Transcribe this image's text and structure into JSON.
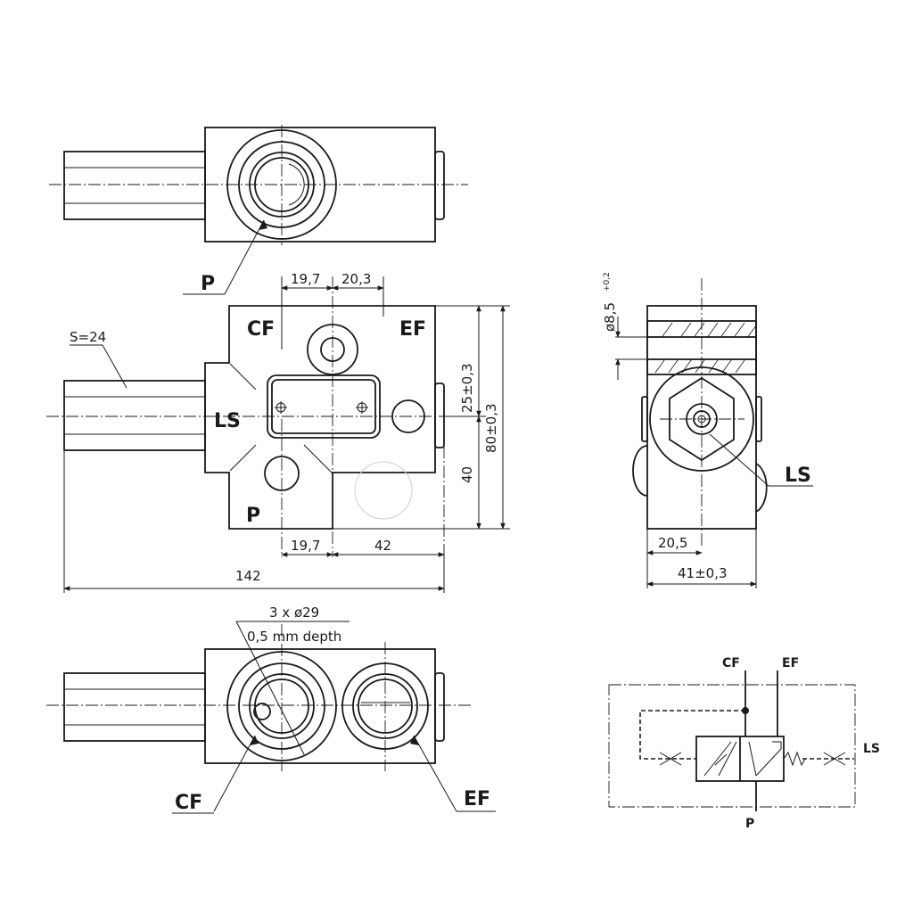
{
  "ports": {
    "p": "P",
    "cf": "CF",
    "ef": "EF",
    "ls": "LS"
  },
  "dims": {
    "d19_7": "19,7",
    "d20_3": "20,3",
    "d42": "42",
    "d142": "142",
    "d25": "25±0,3",
    "d80": "80±0,3",
    "d40": "40",
    "d20_5": "20,5",
    "d41": "41±0,3",
    "d8_5": "ø8,5",
    "d8_5_tol": "+0,2",
    "hex": "S=24",
    "holes": "3 x ø29",
    "depth": "0,5 mm depth"
  },
  "schematic": {
    "cf": "CF",
    "ef": "EF",
    "ls": "LS",
    "p": "P"
  }
}
